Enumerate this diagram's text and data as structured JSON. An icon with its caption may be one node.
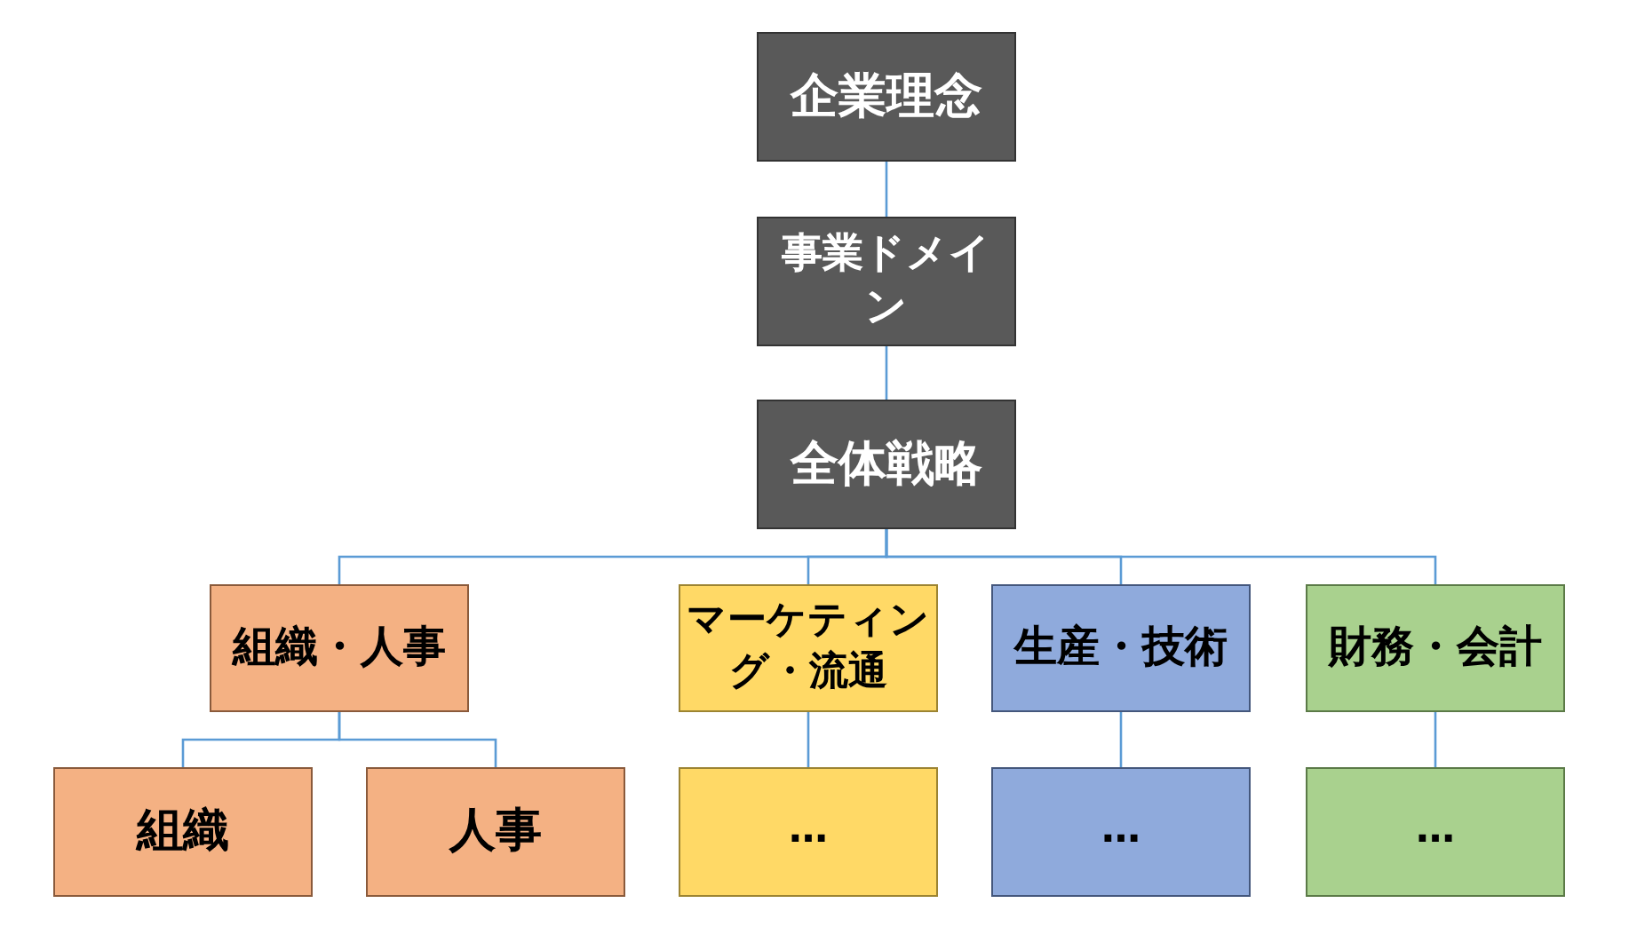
{
  "diagram": {
    "nodes": [
      {
        "text": [
          "企業理念"
        ]
      },
      {
        "text": [
          "事業ドメイン"
        ]
      },
      {
        "text": [
          "全体戦略"
        ]
      },
      {
        "text": [
          "組織・人事"
        ]
      },
      {
        "text": [
          "マーケティング・流通"
        ]
      },
      {
        "text": [
          "生産・技術"
        ]
      },
      {
        "text": [
          "財務・会計"
        ]
      },
      {
        "text": [
          "組織"
        ]
      },
      {
        "text": [
          "人事"
        ]
      },
      {
        "text": [
          "…"
        ]
      },
      {
        "text": [
          "…"
        ]
      },
      {
        "text": [
          "…"
        ]
      }
    ],
    "edges": [
      {
        "from": 0,
        "to": 1,
        "arrow": "none"
      },
      {
        "from": 1,
        "to": 2,
        "arrow": "none"
      },
      {
        "from": 2,
        "to": 3,
        "arrow": "none"
      },
      {
        "from": 2,
        "to": 4,
        "arrow": "none"
      },
      {
        "from": 2,
        "to": 5,
        "arrow": "none"
      },
      {
        "from": 2,
        "to": 6,
        "arrow": "none"
      },
      {
        "from": 3,
        "to": 7,
        "arrow": "none"
      },
      {
        "from": 3,
        "to": 8,
        "arrow": "none"
      },
      {
        "from": 4,
        "to": 9,
        "arrow": "none"
      },
      {
        "from": 5,
        "to": 10,
        "arrow": "none"
      },
      {
        "from": 6,
        "to": 11,
        "arrow": "none"
      }
    ]
  }
}
